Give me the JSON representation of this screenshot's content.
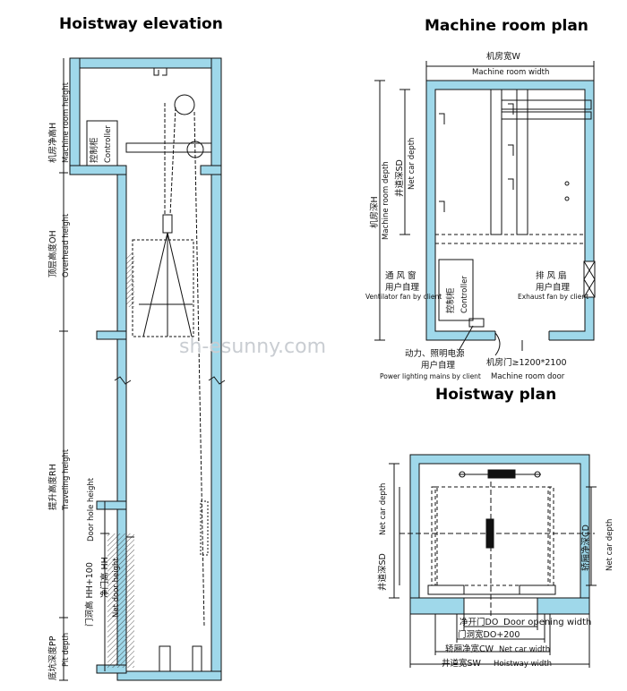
{
  "titles": {
    "elevation": "Hoistway elevation",
    "machine_room": "Machine room plan",
    "hoistway_plan": "Hoistway plan"
  },
  "elevation": {
    "machine_room_height_cn": "机房净高H",
    "machine_room_height_en": "Machine room height",
    "overhead_cn": "顶层高度OH",
    "overhead_en": "Overhead height",
    "travel_cn": "提升高度RH",
    "travel_en": "Traveling height",
    "door_hole_en": "Door hole height",
    "door_hole_cn": "门洞高 HH+100",
    "net_door_cn": "净门高 HH",
    "net_door_en": "Net door height",
    "pit_cn": "底坑深度PP",
    "pit_en": "Pit depth",
    "controller_cn": "控制柜",
    "controller_en": "Controller"
  },
  "machine_room": {
    "width_cn": "机房宽W",
    "width_en": "Machine room width",
    "depth_cn": "机房深H",
    "depth_en": "Machine room depth",
    "shaft_depth_cn": "井道深SD",
    "net_car_depth_en": "Net car depth",
    "vent_cn": "通 风 窗",
    "vent_client_cn": "用户自理",
    "vent_en": "Ventilator fan by client",
    "controller_cn": "控制柜",
    "controller_en": "Controller",
    "exhaust_cn": "排 风 扇",
    "exhaust_client_cn": "用户自理",
    "exhaust_en": "Exhaust fan by client",
    "power_cn": "动力、照明电源",
    "power_client_cn": "用户自理",
    "power_en": "Power lighting mains by client",
    "door_cn": "机房门≥1200*2100",
    "door_en": "Machine room door"
  },
  "hoistway_plan": {
    "net_car_depth_en": "Net car depth",
    "shaft_depth_cn": "井道深SD",
    "car_depth_cn": "轿厢净深CD",
    "car_depth_en": "Net car depth",
    "door_opening_cn": "净开门DO",
    "door_opening_en": "Door opening width",
    "door_hole_width": "门洞宽DO+200",
    "car_width_cn": "轿厢净宽CW",
    "car_width_en": "Net car width",
    "shaft_width_cn": "井道宽SW",
    "shaft_width_en": "Hoistway width"
  },
  "watermark": "sh-esunny.com",
  "colors": {
    "wall": "#9fd8ea",
    "line": "#111111"
  }
}
